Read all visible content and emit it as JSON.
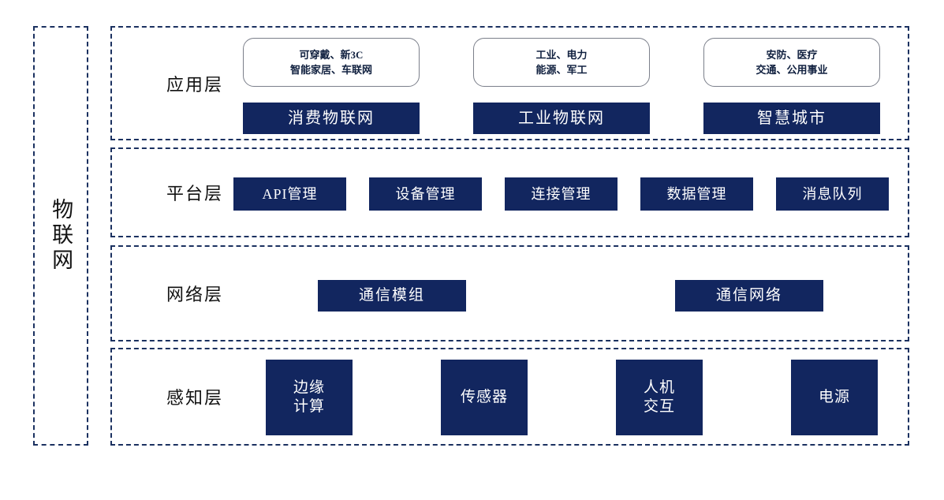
{
  "diagram": {
    "root_label": "物联网",
    "layers": [
      {
        "id": "application",
        "label": "应用层",
        "columns": [
          {
            "domains": "可穿戴、新3C\n智能家居、车联网",
            "name": "消费物联网"
          },
          {
            "domains": "工业、电力\n能源、军工",
            "name": "工业物联网"
          },
          {
            "domains": "安防、医疗\n交通、公用事业",
            "name": "智慧城市"
          }
        ]
      },
      {
        "id": "platform",
        "label": "平台层",
        "boxes": [
          "API管理",
          "设备管理",
          "连接管理",
          "数据管理",
          "消息队列"
        ]
      },
      {
        "id": "network",
        "label": "网络层",
        "boxes": [
          "通信模组",
          "通信网络"
        ]
      },
      {
        "id": "perception",
        "label": "感知层",
        "boxes": [
          "边缘\n计算",
          "传感器",
          "人机\n交互",
          "电源"
        ]
      }
    ]
  },
  "colors": {
    "solid_box_fill": "#12265f",
    "dashed_border": "#1b3160",
    "round_box_border": "#7b7f8a",
    "text_on_dark": "#ffffff",
    "text_dark": "#121212",
    "background": "#ffffff"
  }
}
